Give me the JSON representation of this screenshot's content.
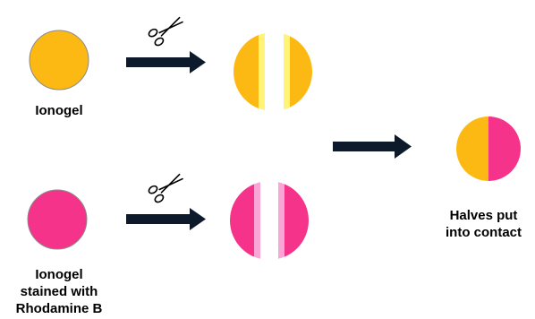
{
  "labels": {
    "ionogel": "Ionogel",
    "stained": [
      "Ionogel",
      "stained with",
      "Rhodamine B"
    ],
    "halves": [
      "Halves put",
      "into contact"
    ]
  },
  "colors": {
    "ionogel": "#FDB913",
    "ionogel_cut": "#FFF476",
    "rhodamine": "#F5338A",
    "rhodamine_cut": "#F9A6D6",
    "arrow": "#0D1A2B",
    "outline": "#8A8A8A"
  },
  "icons": [
    "scissors-icon",
    "arrow-right-icon"
  ]
}
